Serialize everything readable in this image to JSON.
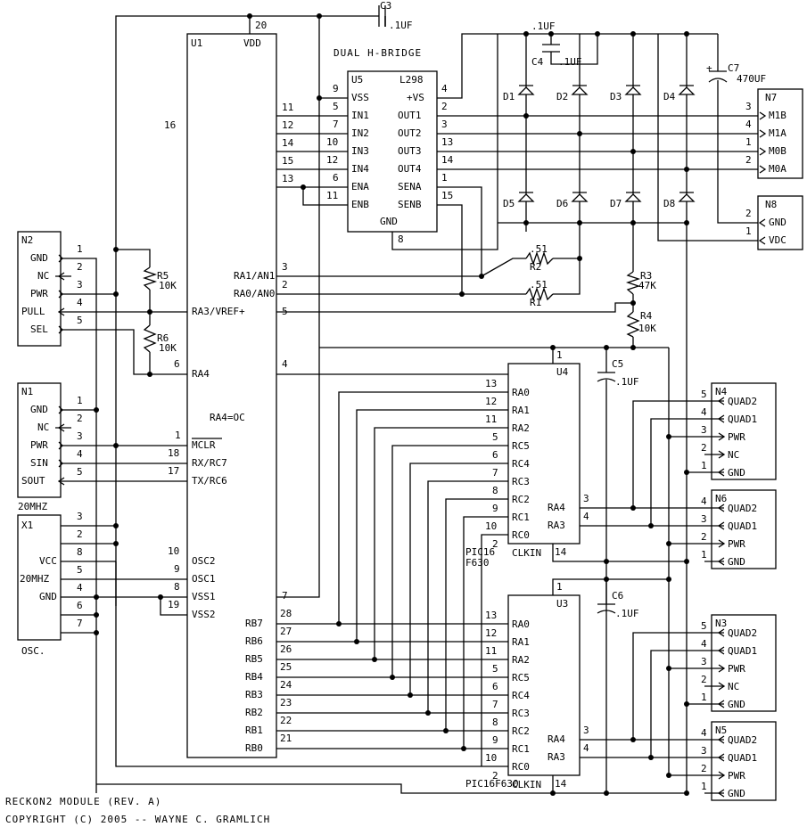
{
  "u1": {
    "ref": "U1",
    "vdd_label": "VDD",
    "vdd_pin": "20",
    "left_pin": "16",
    "right_pins": [
      {
        "num": "11"
      },
      {
        "num": "12"
      },
      {
        "num": "14"
      },
      {
        "num": "15"
      },
      {
        "num": "13"
      }
    ],
    "labels": [
      {
        "text": "RA1/AN1",
        "pin": "3"
      },
      {
        "text": "RA0/AN0",
        "pin": "2"
      },
      {
        "text": "RA3/VREF+",
        "pin": "5"
      },
      {
        "text": "RA4",
        "pin": "6"
      },
      {
        "text": "RA4=OC",
        "pin": ""
      },
      {
        "text": "MCLR",
        "pin": "1"
      },
      {
        "text": "RX/RC7",
        "pin": "18"
      },
      {
        "text": "TX/RC6",
        "pin": "17"
      },
      {
        "text": "OSC2",
        "pin": "10"
      },
      {
        "text": "OSC1",
        "pin": "9"
      },
      {
        "text": "VSS1",
        "pin": "8"
      },
      {
        "text": "VSS2",
        "pin": "19"
      }
    ],
    "ra4_right_pin": "4",
    "vss_right_pin": "7",
    "rb_labels": [
      "RB7",
      "RB6",
      "RB5",
      "RB4",
      "RB3",
      "RB2",
      "RB1",
      "RB0"
    ],
    "rb_pins": [
      "28",
      "27",
      "26",
      "25",
      "24",
      "23",
      "22",
      "21"
    ]
  },
  "u5": {
    "title": "DUAL H-BRIDGE",
    "ref": "U5",
    "part": "L298",
    "left": [
      {
        "label": "VSS",
        "pin": "9"
      },
      {
        "label": "IN1",
        "pin": "5"
      },
      {
        "label": "IN2",
        "pin": "7"
      },
      {
        "label": "IN3",
        "pin": "10"
      },
      {
        "label": "IN4",
        "pin": "12"
      },
      {
        "label": "ENA",
        "pin": "6"
      },
      {
        "label": "ENB",
        "pin": "11"
      }
    ],
    "right": [
      {
        "label": "+VS",
        "pin": "4"
      },
      {
        "label": "OUT1",
        "pin": "2"
      },
      {
        "label": "OUT2",
        "pin": "3"
      },
      {
        "label": "OUT3",
        "pin": "13"
      },
      {
        "label": "OUT4",
        "pin": "14"
      },
      {
        "label": "SENA",
        "pin": "1"
      },
      {
        "label": "SENB",
        "pin": "15"
      }
    ],
    "gnd_label": "GND",
    "gnd_pin": "8"
  },
  "caps": {
    "c3": {
      "ref": "C3",
      "value": ".1UF"
    },
    "c4": {
      "ref": "C4",
      "value": ".1UF",
      "top_value": ".1UF"
    },
    "c7": {
      "ref": "C7",
      "value": "470UF",
      "plus": "+"
    },
    "c5": {
      "ref": "C5",
      "value": ".1UF"
    },
    "c6": {
      "ref": "C6",
      "value": ".1UF"
    }
  },
  "diodes": [
    "D1",
    "D2",
    "D3",
    "D4",
    "D5",
    "D6",
    "D7",
    "D8"
  ],
  "resistors": {
    "r1": {
      "ref": "R1",
      "value": ".51"
    },
    "r2": {
      "ref": "R2",
      "value": ".51"
    },
    "r3": {
      "ref": "R3",
      "value": "47K"
    },
    "r4": {
      "ref": "R4",
      "value": "10K"
    },
    "r5": {
      "ref": "R5",
      "value": "10K"
    },
    "r6": {
      "ref": "R6",
      "value": "10K"
    }
  },
  "n7": {
    "ref": "N7",
    "pins": [
      {
        "num": "3",
        "label": "M1B"
      },
      {
        "num": "4",
        "label": "M1A"
      },
      {
        "num": "1",
        "label": "M0B"
      },
      {
        "num": "2",
        "label": "M0A"
      }
    ]
  },
  "n8": {
    "ref": "N8",
    "pins": [
      {
        "num": "2",
        "label": "GND"
      },
      {
        "num": "1",
        "label": "VDC"
      }
    ]
  },
  "n2": {
    "ref": "N2",
    "pins": [
      {
        "num": "1",
        "label": "GND"
      },
      {
        "num": "2",
        "label": "NC"
      },
      {
        "num": "3",
        "label": "PWR"
      },
      {
        "num": "4",
        "label": "PULL"
      },
      {
        "num": "5",
        "label": "SEL"
      }
    ]
  },
  "n1": {
    "ref": "N1",
    "pins": [
      {
        "num": "1",
        "label": "GND"
      },
      {
        "num": "2",
        "label": "NC"
      },
      {
        "num": "3",
        "label": "PWR"
      },
      {
        "num": "4",
        "label": "SIN"
      },
      {
        "num": "5",
        "label": "SOUT"
      }
    ]
  },
  "x1": {
    "ref": "X1",
    "freq_top": "20MHZ",
    "caption": "OSC.",
    "labels": [
      "VCC",
      "20MHZ",
      "GND"
    ],
    "pins": [
      "3",
      "2",
      "8",
      "5",
      "4",
      "6",
      "7"
    ]
  },
  "u4": {
    "ref": "U4",
    "part_top": "PIC16",
    "part_bottom": "F630",
    "vdd_pin": "1",
    "left": [
      {
        "label": "RA0",
        "pin": "13"
      },
      {
        "label": "RA1",
        "pin": "12"
      },
      {
        "label": "RA2",
        "pin": "11"
      },
      {
        "label": "RC5",
        "pin": "5"
      },
      {
        "label": "RC4",
        "pin": "6"
      },
      {
        "label": "RC3",
        "pin": "7"
      },
      {
        "label": "RC2",
        "pin": "8"
      },
      {
        "label": "RC1",
        "pin": "9"
      },
      {
        "label": "RC0",
        "pin": "10"
      },
      {
        "label": "CLKIN",
        "pin": "2"
      }
    ],
    "right": [
      {
        "label": "RA4",
        "pin": "3"
      },
      {
        "label": "RA3",
        "pin": "4"
      }
    ],
    "gnd_pin": "14"
  },
  "u3": {
    "ref": "U3",
    "part": "PIC16F630",
    "vdd_pin": "1",
    "left": [
      {
        "label": "RA0",
        "pin": "13"
      },
      {
        "label": "RA1",
        "pin": "12"
      },
      {
        "label": "RA2",
        "pin": "11"
      },
      {
        "label": "RC5",
        "pin": "5"
      },
      {
        "label": "RC4",
        "pin": "6"
      },
      {
        "label": "RC3",
        "pin": "7"
      },
      {
        "label": "RC2",
        "pin": "8"
      },
      {
        "label": "RC1",
        "pin": "9"
      },
      {
        "label": "RC0",
        "pin": "10"
      },
      {
        "label": "CLKIN",
        "pin": "2"
      }
    ],
    "right": [
      {
        "label": "RA4",
        "pin": "3"
      },
      {
        "label": "RA3",
        "pin": "4"
      }
    ],
    "gnd_pin": "14"
  },
  "quad_connectors": [
    {
      "ref": "N4",
      "pins": [
        {
          "num": "5",
          "label": "QUAD2"
        },
        {
          "num": "4",
          "label": "QUAD1"
        },
        {
          "num": "3",
          "label": "PWR"
        },
        {
          "num": "2",
          "label": "NC"
        },
        {
          "num": "1",
          "label": "GND"
        }
      ]
    },
    {
      "ref": "N6",
      "pins": [
        {
          "num": "4",
          "label": "QUAD2"
        },
        {
          "num": "3",
          "label": "QUAD1"
        },
        {
          "num": "2",
          "label": "PWR"
        },
        {
          "num": "1",
          "label": "GND"
        }
      ]
    },
    {
      "ref": "N3",
      "pins": [
        {
          "num": "5",
          "label": "QUAD2"
        },
        {
          "num": "4",
          "label": "QUAD1"
        },
        {
          "num": "3",
          "label": "PWR"
        },
        {
          "num": "2",
          "label": "NC"
        },
        {
          "num": "1",
          "label": "GND"
        }
      ]
    },
    {
      "ref": "N5",
      "pins": [
        {
          "num": "4",
          "label": "QUAD2"
        },
        {
          "num": "3",
          "label": "QUAD1"
        },
        {
          "num": "2",
          "label": "PWR"
        },
        {
          "num": "1",
          "label": "GND"
        }
      ]
    }
  ],
  "footer": {
    "line1": "RECKON2 MODULE (REV. A)",
    "line2": "COPYRIGHT (C) 2005 -- WAYNE C. GRAMLICH"
  }
}
